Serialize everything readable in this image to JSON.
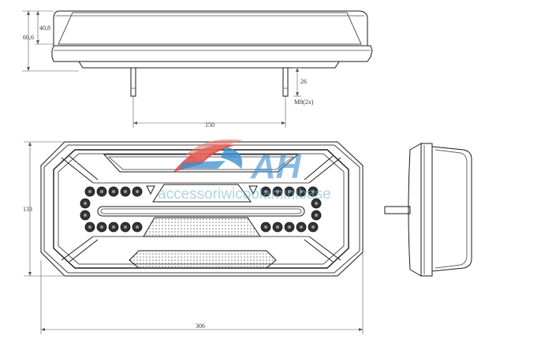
{
  "dimensions": {
    "top_height_inner": "40,8",
    "top_height_total": "60,6",
    "stud_length": "26",
    "stud_thread": "M8(2x)",
    "stud_spacing": "150",
    "front_height": "133",
    "front_width": "306"
  },
  "watermark": {
    "logo_letters": "AH",
    "text": "accessoriwicoolaminibase"
  },
  "colors": {
    "line": "#1a1a1a",
    "dim_line": "#555555",
    "watermark_red": "#e0463c",
    "watermark_blue": "#3b8fd0"
  }
}
